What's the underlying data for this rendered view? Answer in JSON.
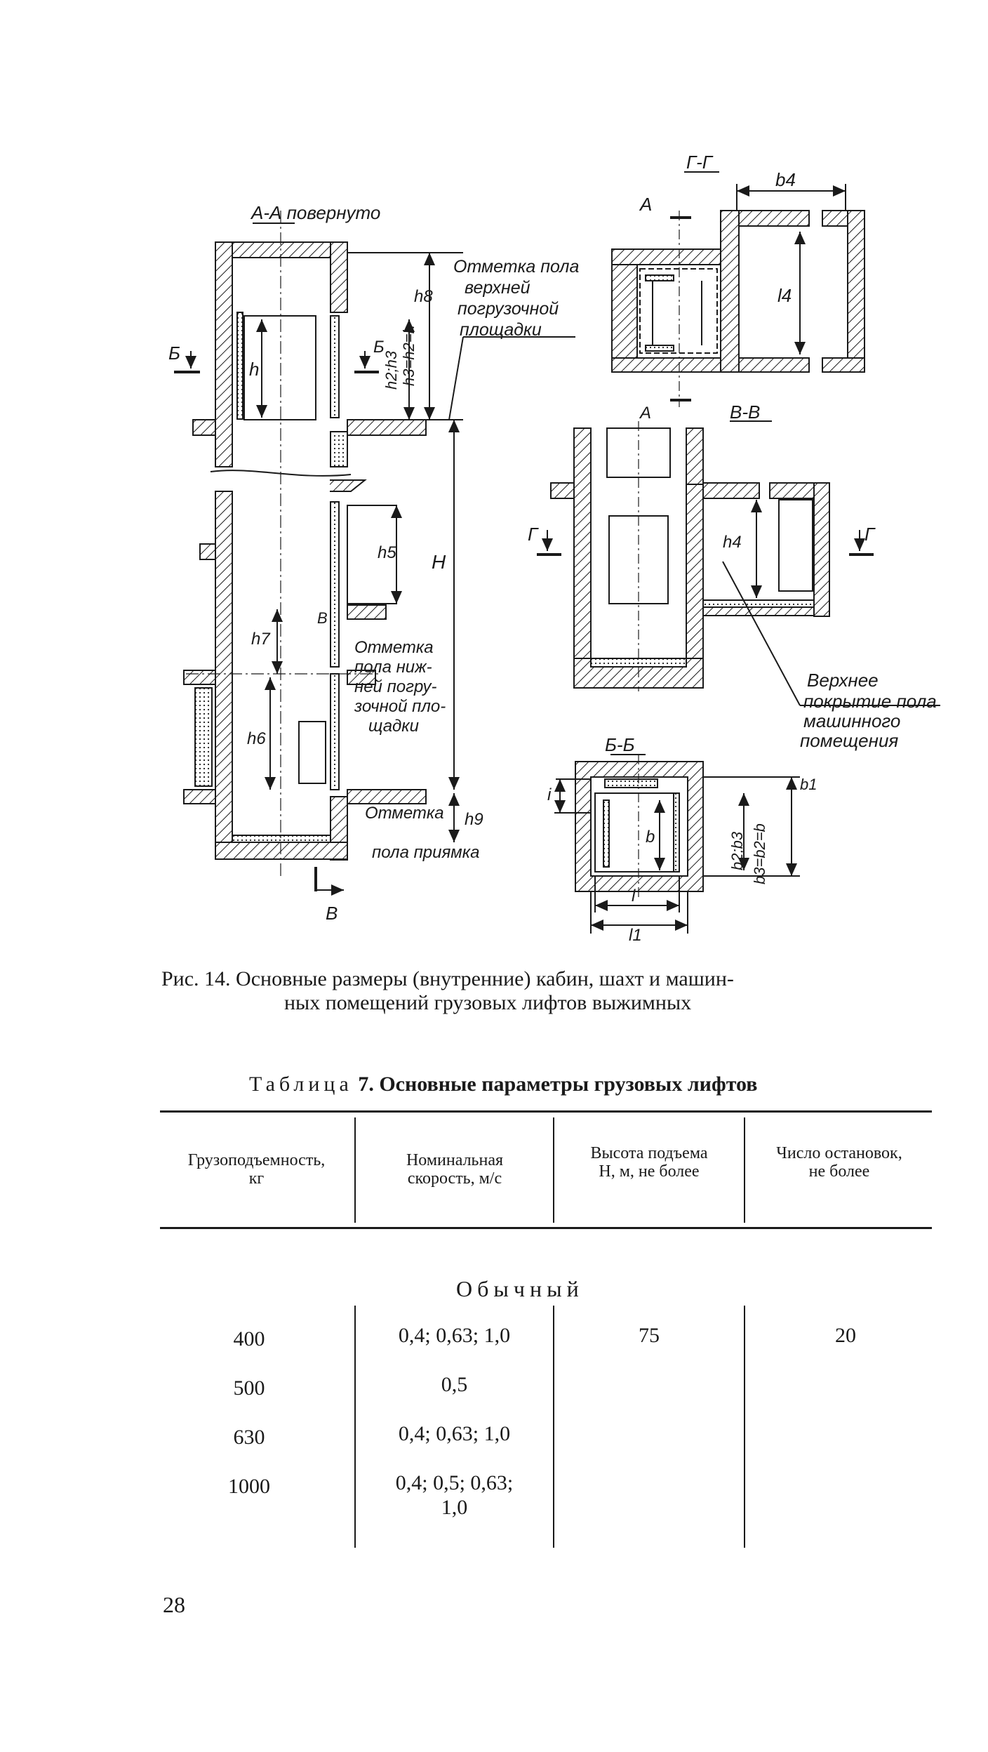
{
  "figure": {
    "labels": {
      "section_aa": "А-А повернуто",
      "section_gg": "Г-Г",
      "section_vv": "В-В",
      "section_bb": "Б-Б",
      "mark_a": "А",
      "mark_b": "Б",
      "mark_v": "В",
      "mark_g": "Г",
      "h": "h",
      "h8": "h8",
      "h2h3": "h2;h3",
      "h3h2h": "h3=h2=h",
      "H": "H",
      "h5": "h5",
      "h7": "h7",
      "h6": "h6",
      "h9": "h9",
      "b4": "b4",
      "l4": "l4",
      "h4": "h4",
      "l": "l",
      "l1": "l1",
      "b": "b",
      "b1": "b1",
      "b2b3": "b2;b3",
      "b3b2b": "b3=b2=b",
      "i": "i"
    },
    "notes": {
      "top_floor": [
        "Отметка пола",
        "верхней",
        "погрузочной",
        "площадки"
      ],
      "bottom_floor": [
        "Отметка",
        "пола ниж-",
        "ней погру-",
        "зочной пло-",
        "щадки"
      ],
      "pit": [
        "Отметка",
        "пола приямка"
      ],
      "machine_room": [
        "Верхнее",
        "покрытие пола",
        "машинного",
        "помещения"
      ]
    }
  },
  "caption": {
    "line1": "Рис. 14. Основные размеры (внутренние) кабин, шахт и машин-",
    "line2": "ных помещений грузовых лифтов выжимных"
  },
  "table": {
    "label": "Таблица",
    "number": "7.",
    "title": "Основные параметры грузовых лифтов",
    "headers": [
      [
        "Грузоподъемность,",
        "кг"
      ],
      [
        "Номинальная",
        "скорость, м/с"
      ],
      [
        "Высота подъема",
        "H, м, не более"
      ],
      [
        "Число остановок,",
        "не более"
      ]
    ],
    "section": "Обычный",
    "rows": [
      {
        "capacity": "400",
        "speed": "0,4; 0,63; 1,0",
        "height": "75",
        "stops": "20"
      },
      {
        "capacity": "500",
        "speed": "0,5",
        "height": "",
        "stops": ""
      },
      {
        "capacity": "630",
        "speed": "0,4; 0,63; 1,0",
        "height": "",
        "stops": ""
      },
      {
        "capacity": "1000",
        "speed": "0,4; 0,5; 0,63;",
        "speed2": "1,0",
        "height": "",
        "stops": ""
      }
    ]
  },
  "page_number": "28"
}
